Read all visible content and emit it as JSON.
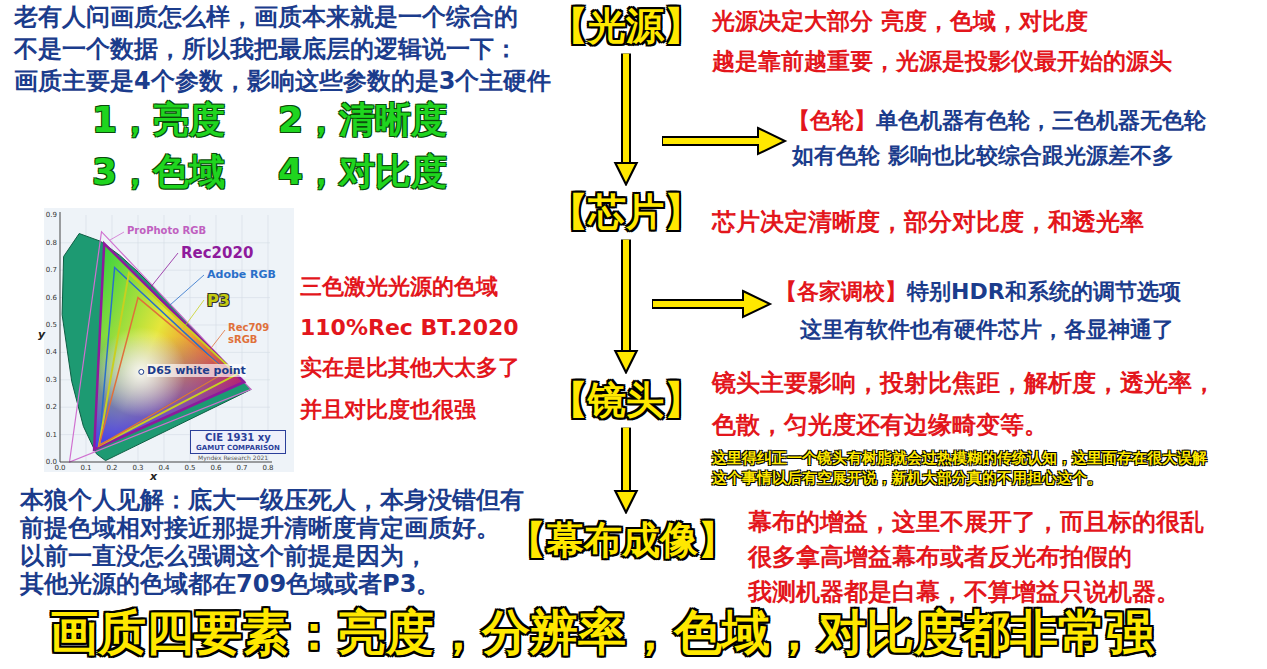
{
  "diagram": {
    "caption": "画质四要素：亮度，分辨率，色域，对比度都非常强",
    "nodes": [
      {
        "text": [
          "【光源】"
        ]
      },
      {
        "text": [
          "【芯片】"
        ]
      },
      {
        "text": [
          "【镜头】"
        ]
      },
      {
        "text": [
          "【幕布成像】"
        ]
      },
      {
        "text": [
          "CIE 1931 xy",
          "GAMUT COMPARISON"
        ]
      }
    ],
    "edges": [
      {
        "from": 0,
        "to": 1,
        "arrow": "to"
      },
      {
        "from": 1,
        "to": 2,
        "arrow": "to"
      },
      {
        "from": 2,
        "to": 3,
        "arrow": "to"
      }
    ],
    "labels": [
      "老有人问画质怎么样，画质本来就是一个综合的 不是一个数据，所以我把最底层的逻辑说一下： 画质主要是4个参数，影响这些参数的是3个主硬件",
      "1，亮度",
      "2，清晰度",
      "3，色域",
      "4，对比度",
      "光源决定大部分 亮度，色域，对比度",
      "越是靠前越重要，光源是投影仪最开始的源头",
      "【色轮】",
      "单色机器有色轮，三色机器无色轮",
      "如有色轮 影响也比较综合跟光源差不多",
      "芯片决定清晰度，部分对比度，和透光率",
      "【各家调校】",
      "特别HDR和系统的调节选项",
      "这里有软件也有硬件芯片，各显神通了",
      "镜头主要影响，投射比焦距，解析度，透光率， 色散，匀光度还有边缘畸变等。",
      "这里得纠正一个镜头有树脂就会过热模糊的传统认知，这里面存在很大误解 这个事情以后有空展开说，新机大部分真的不用担心这个。",
      "幕布的增益，这里不展开了，而且标的很乱 很多拿高增益幕布或者反光布拍假的 我测机器都是白幕，不算增益只说机器。",
      "三色激光光源的色域",
      "110%Rec BT.2020",
      "实在是比其他大太多了",
      "并且对比度也很强",
      "本狼个人见解：底大一级压死人，本身没错但有 前提色域相对接近那提升清晰度肯定画质好。 以前一直没怎么强调这个前提是因为， 其他光源的色域都在709色域或者P3。",
      "ProPhoto RGB",
      "Rec2020",
      "Adobe RGB",
      "P3",
      "Rec709",
      "sRGB",
      "D65 white point",
      "Myndex Research 2021",
      "x",
      "y",
      "0.0",
      "0.1",
      "0.2",
      "0.3",
      "0.4",
      "0.5",
      "0.6",
      "0.7",
      "0.8",
      "0.0",
      "0.1",
      "0.2",
      "0.3",
      "0.4",
      "0.5",
      "0.6",
      "0.7",
      "0.8",
      "0.9"
    ]
  }
}
